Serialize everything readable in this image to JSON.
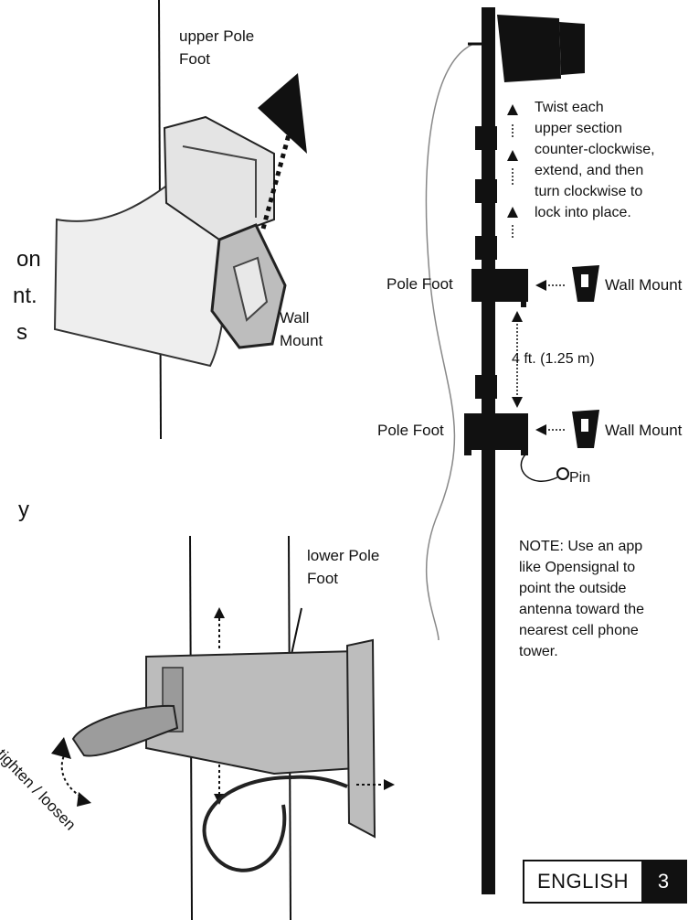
{
  "labels": {
    "upper_pole_foot": [
      "upper Pole",
      "Foot"
    ],
    "wall_mount_upper": [
      "Wall",
      "Mount"
    ],
    "lower_pole_foot": [
      "lower Pole",
      "Foot"
    ],
    "tighten_loosen": "tighten / loosen",
    "pole_foot_1": "Pole Foot",
    "pole_foot_2": "Pole Foot",
    "wall_mount_1": "Wall Mount",
    "wall_mount_2": "Wall Mount",
    "distance": "4 ft. (1.25 m)",
    "pin": "Pin"
  },
  "twist_instruction": [
    "Twist each",
    "upper section",
    "counter-clockwise,",
    "extend, and then",
    "turn clockwise to",
    "lock into place."
  ],
  "note": [
    "NOTE: Use an app",
    "like Opensignal to",
    "point the outside",
    "antenna toward the",
    "nearest cell phone",
    "tower."
  ],
  "cut_text": [
    "on",
    "nt.",
    "s",
    "y"
  ],
  "footer": {
    "language": "ENGLISH",
    "page_number": "3"
  }
}
